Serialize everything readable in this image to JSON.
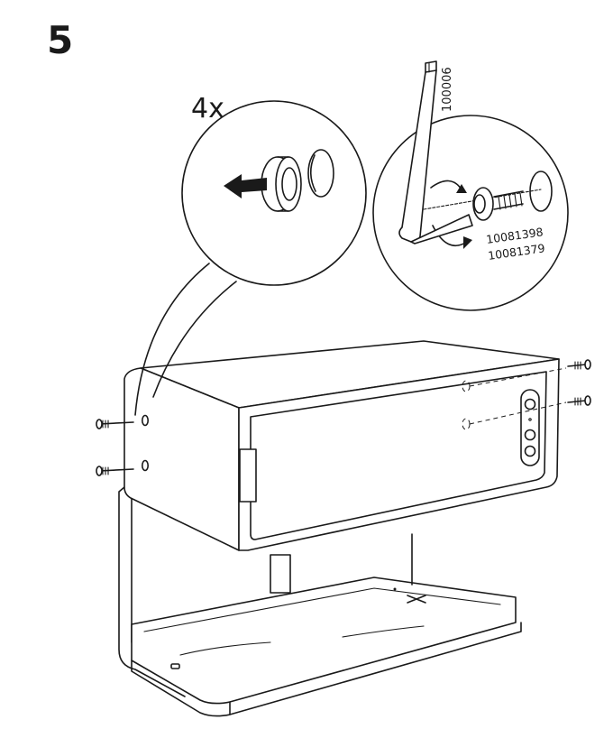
{
  "step": {
    "number": "5"
  },
  "callout_left": {
    "quantity": "4x"
  },
  "callout_right": {
    "hex_key_part": "100006",
    "screw_part_a": "10081398",
    "screw_part_b": "10081379"
  }
}
